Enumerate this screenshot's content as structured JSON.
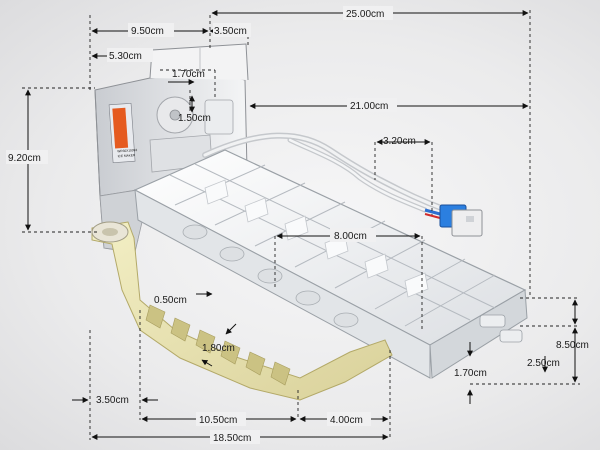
{
  "product_label_lines": [
    "WR30X10093",
    "ICE MAKER"
  ],
  "dimensions": {
    "d1": "9.50cm",
    "d2": "3.50cm",
    "d3": "25.00cm",
    "d4": "5.30cm",
    "d5": "1.70cm",
    "d6": "1.50cm",
    "d7": "21.00cm",
    "d8": "9.20cm",
    "d9": "3.20cm",
    "d10": "8.00cm",
    "d11": "0.50cm",
    "d12": "1.80cm",
    "d13": "8.50cm",
    "d14": "2.50cm",
    "d15": "1.70cm",
    "d16": "3.50cm",
    "d17": "10.50cm",
    "d18": "4.00cm",
    "d19": "18.50cm"
  }
}
